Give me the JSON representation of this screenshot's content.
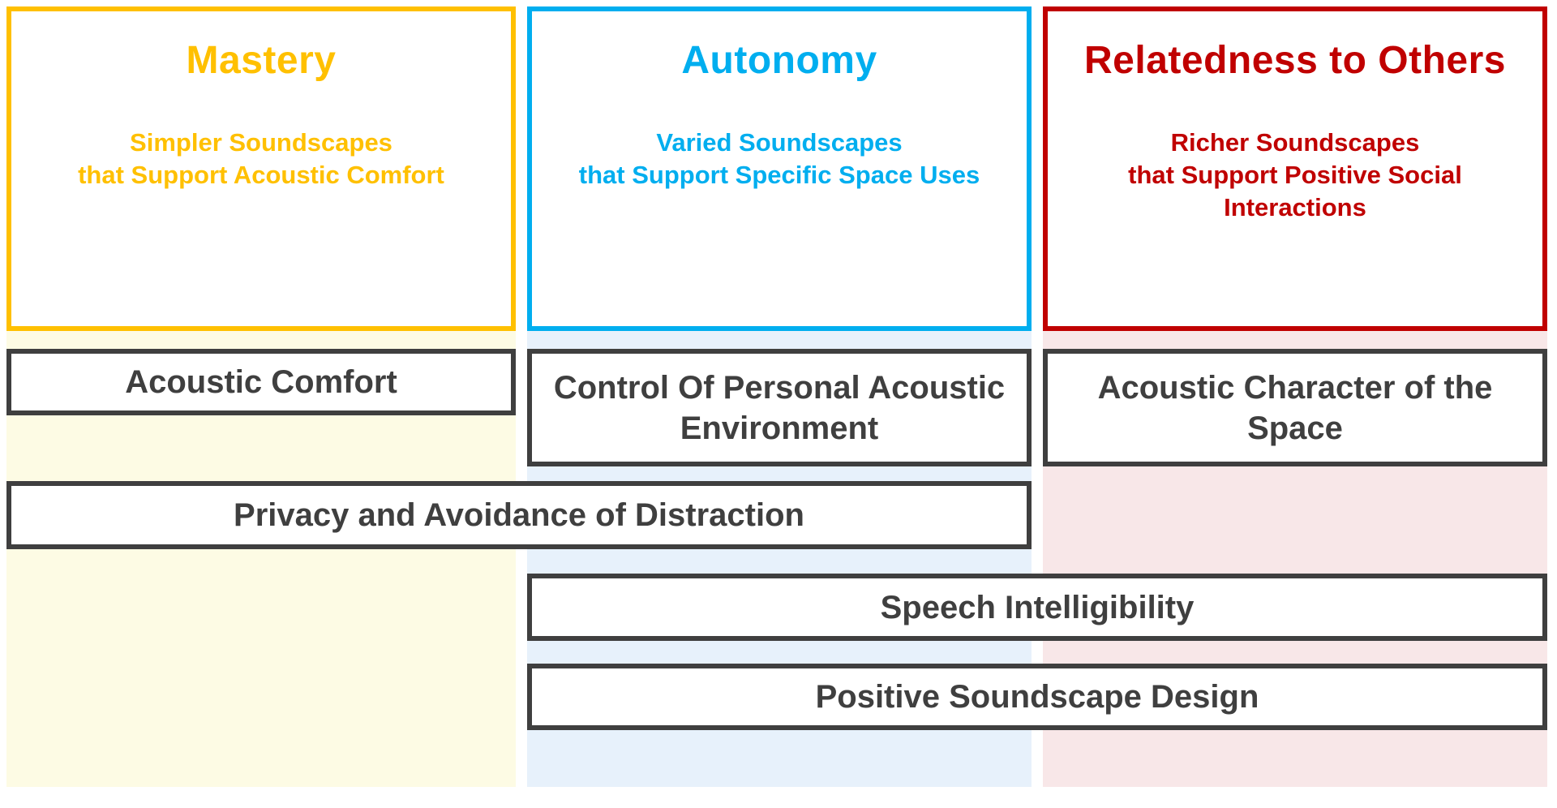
{
  "diagram": {
    "description_colors": {
      "mastery_accent": "#FFC000",
      "autonomy_accent": "#00AEEF",
      "relatedness_accent": "#C00000",
      "grey_box_border": "#3F3F3F",
      "grey_box_text": "#3F3F3F",
      "mastery_tint": "#FDFBE4",
      "autonomy_tint": "#E7F1FB",
      "relatedness_tint": "#F8E7E8",
      "page_background": "#FFFFFF"
    }
  },
  "columns": [
    {
      "id": "mastery",
      "title": "Mastery",
      "subtitle_lines": [
        "Simpler Soundscapes",
        "that Support Acoustic Comfort"
      ]
    },
    {
      "id": "autonomy",
      "title": "Autonomy",
      "subtitle_lines": [
        "Varied Soundscapes",
        "that Support Specific Space Uses"
      ]
    },
    {
      "id": "relatedness",
      "title": "Relatedness to Others",
      "subtitle_lines": [
        "Richer Soundscapes",
        "that Support Positive Social",
        "Interactions"
      ]
    }
  ],
  "boxes": {
    "acoustic_comfort": "Acoustic Comfort",
    "control_personal": "Control Of Personal Acoustic Environment",
    "acoustic_character": "Acoustic Character of the Space",
    "privacy": "Privacy and Avoidance of Distraction",
    "speech": "Speech Intelligibility",
    "positive": "Positive Soundscape Design"
  }
}
